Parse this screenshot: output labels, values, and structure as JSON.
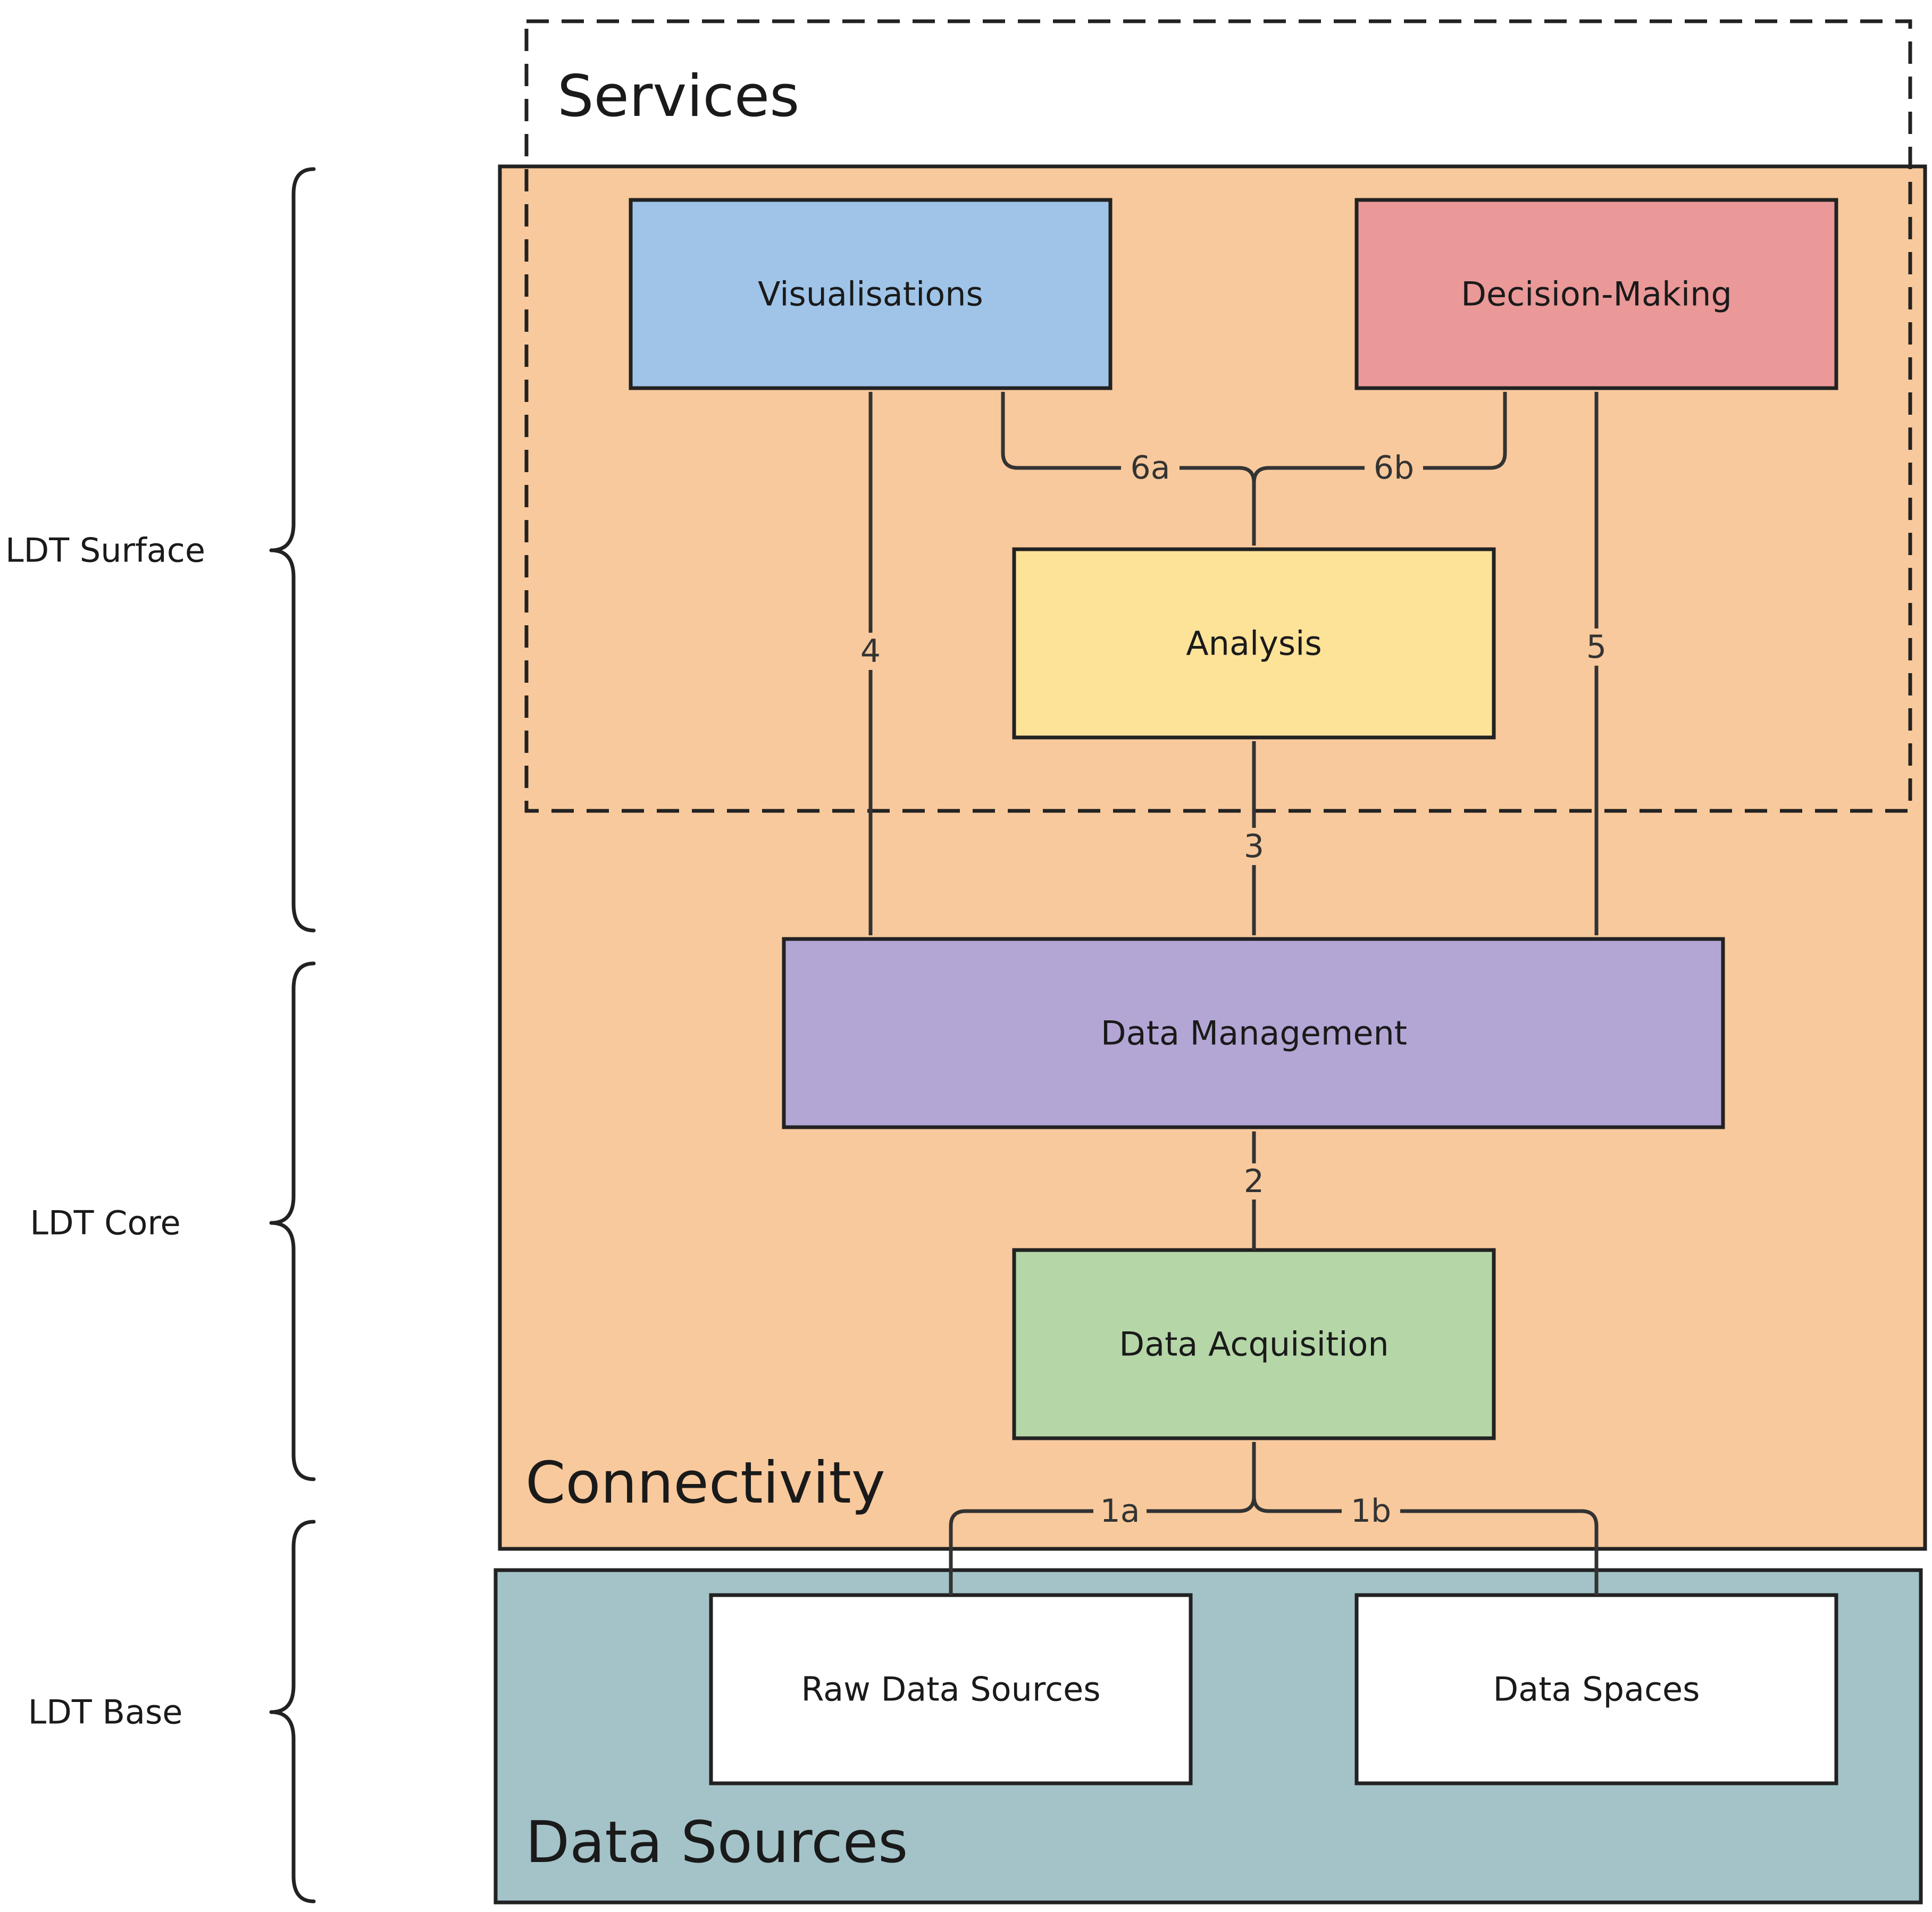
{
  "regions": {
    "services": {
      "title": "Services"
    },
    "connectivity": {
      "title": "Connectivity",
      "color": "#f8c99c"
    },
    "data_sources": {
      "title": "Data Sources",
      "color": "#a3c3c8"
    }
  },
  "layers": {
    "surface": "LDT Surface",
    "core": "LDT Core",
    "base": "LDT Base"
  },
  "nodes": {
    "visualisations": {
      "label": "Visualisations",
      "color": "#9fc4e8"
    },
    "decision_making": {
      "label": "Decision-Making",
      "color": "#ea9898"
    },
    "analysis": {
      "label": "Analysis",
      "color": "#fde398"
    },
    "data_management": {
      "label": "Data Management",
      "color": "#b3a6d5"
    },
    "data_acquisition": {
      "label": "Data Acquisition",
      "color": "#b5d6a7"
    },
    "raw_data_sources": {
      "label": "Raw Data Sources",
      "color": "#ffffff"
    },
    "data_spaces": {
      "label": "Data Spaces",
      "color": "#ffffff"
    }
  },
  "edges": [
    {
      "id": "1a",
      "label": "1a",
      "from": "raw_data_sources",
      "to": "data_acquisition",
      "direction": "forward"
    },
    {
      "id": "1b",
      "label": "1b",
      "from": "data_spaces",
      "to": "data_acquisition",
      "direction": "forward"
    },
    {
      "id": "2",
      "label": "2",
      "from": "data_acquisition",
      "to": "data_management",
      "direction": "forward"
    },
    {
      "id": "3",
      "label": "3",
      "from": "data_management",
      "to": "analysis",
      "direction": "both"
    },
    {
      "id": "4",
      "label": "4",
      "from": "data_management",
      "to": "visualisations",
      "direction": "both"
    },
    {
      "id": "5",
      "label": "5",
      "from": "data_management",
      "to": "decision_making",
      "direction": "both"
    },
    {
      "id": "6a",
      "label": "6a",
      "from": "analysis",
      "to": "visualisations",
      "direction": "both"
    },
    {
      "id": "6b",
      "label": "6b",
      "from": "analysis",
      "to": "decision_making",
      "direction": "both"
    }
  ]
}
